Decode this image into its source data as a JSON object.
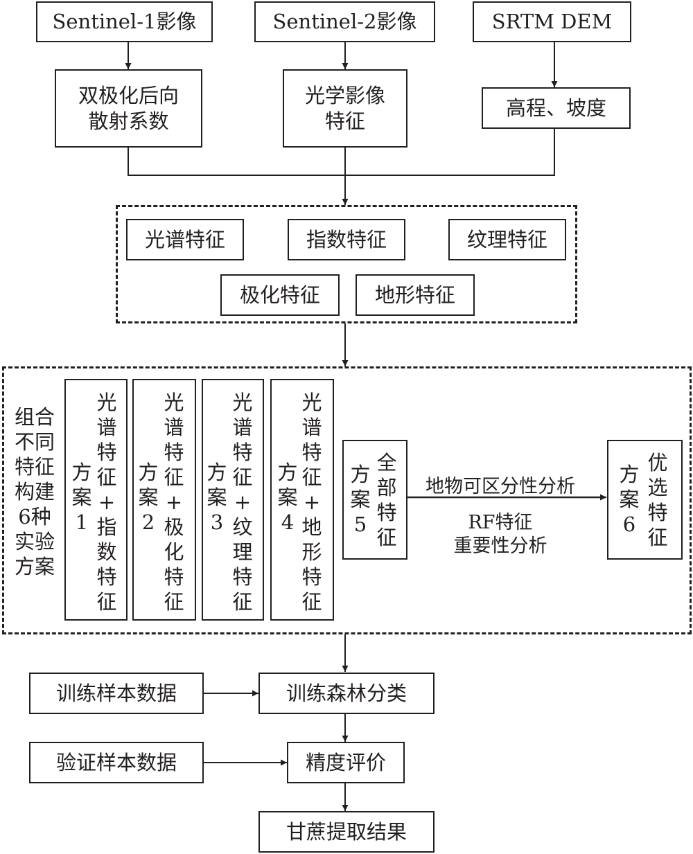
{
  "sources": {
    "s1": "Sentinel-1影像",
    "s2": "Sentinel-2影像",
    "dem": "SRTM DEM"
  },
  "derived": {
    "s1_feat": [
      "双极化后向",
      "散射系数"
    ],
    "s2_feat": [
      "光学影像",
      "特征"
    ],
    "dem_feat": "高程、坡度"
  },
  "features": {
    "spectral": "光谱特征",
    "index": "指数特征",
    "texture": "纹理特征",
    "polar": "极化特征",
    "terrain": "地形特征"
  },
  "schemes": {
    "group_label": [
      "组合",
      "不同",
      "特征",
      "构建",
      "6种",
      "实验",
      "方案"
    ],
    "s1": {
      "name": [
        "方",
        "案",
        "1"
      ],
      "feat": [
        "光",
        "谱",
        "特",
        "征",
        "+",
        "指",
        "数",
        "特",
        "征"
      ]
    },
    "s2": {
      "name": [
        "方",
        "案",
        "2"
      ],
      "feat": [
        "光",
        "谱",
        "特",
        "征",
        "+",
        "极",
        "化",
        "特",
        "征"
      ]
    },
    "s3": {
      "name": [
        "方",
        "案",
        "3"
      ],
      "feat": [
        "光",
        "谱",
        "特",
        "征",
        "+",
        "纹",
        "理",
        "特",
        "征"
      ]
    },
    "s4": {
      "name": [
        "方",
        "案",
        "4"
      ],
      "feat": [
        "光",
        "谱",
        "特",
        "征",
        "+",
        "地",
        "形",
        "特",
        "征"
      ]
    },
    "s5": {
      "name": [
        "方",
        "案",
        "5"
      ],
      "feat": [
        "全",
        "部",
        "特",
        "征"
      ]
    },
    "s6": {
      "name": [
        "方",
        "案",
        "6"
      ],
      "feat": [
        "优",
        "选",
        "特",
        "征"
      ]
    },
    "arrow_top": "地物可区分性分析",
    "arrow_bottom": [
      "RF特征",
      "重要性分析"
    ]
  },
  "process": {
    "train_samples": "训练样本数据",
    "rf_classify": "训练森林分类",
    "valid_samples": "验证样本数据",
    "accuracy": "精度评价",
    "result": "甘蔗提取结果"
  }
}
